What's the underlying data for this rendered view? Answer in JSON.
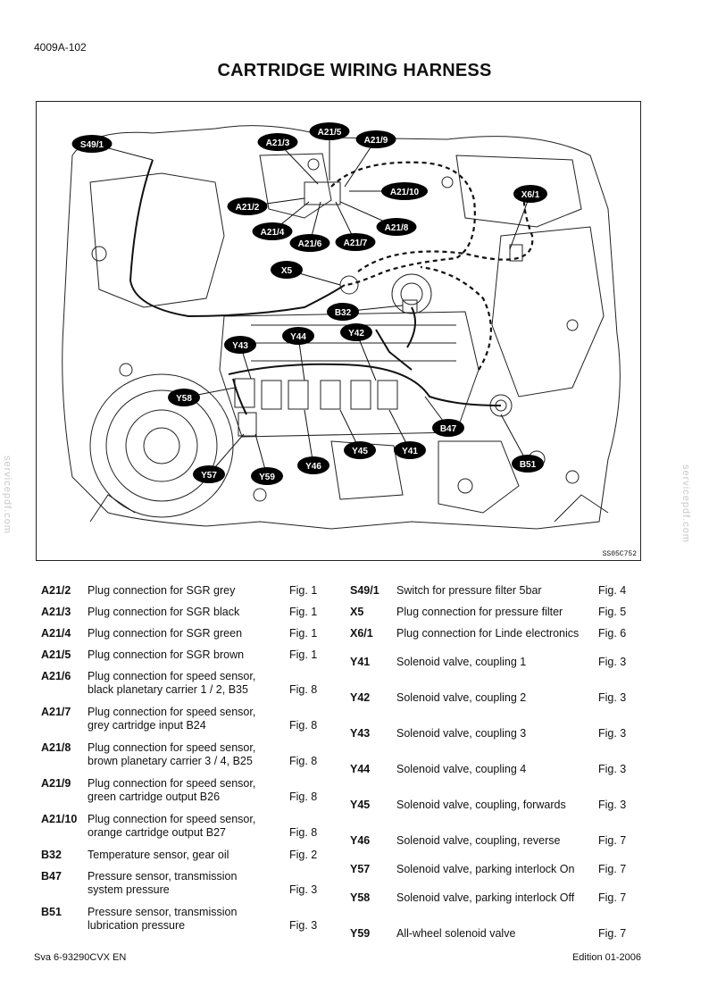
{
  "header": {
    "doc_number": "4009A-102",
    "title": "CARTRIDGE WIRING HARNESS"
  },
  "figure": {
    "code": "SS05C752",
    "callouts": [
      "S49/1",
      "A21/3",
      "A21/5",
      "A21/9",
      "A21/10",
      "A21/2",
      "A21/4",
      "A21/6",
      "A21/7",
      "A21/8",
      "X6/1",
      "X5",
      "B32",
      "Y43",
      "Y44",
      "Y42",
      "Y58",
      "B47",
      "Y57",
      "Y59",
      "Y46",
      "Y45",
      "Y41",
      "B51"
    ]
  },
  "watermark": "servicepdf.com",
  "legend_left": [
    {
      "code": "A21/2",
      "desc": "Plug connection for SGR grey",
      "fig": "Fig. 1"
    },
    {
      "code": "A21/3",
      "desc": "Plug connection for SGR black",
      "fig": "Fig. 1"
    },
    {
      "code": "A21/4",
      "desc": "Plug connection for SGR green",
      "fig": "Fig. 1"
    },
    {
      "code": "A21/5",
      "desc": "Plug connection for SGR brown",
      "fig": "Fig. 1"
    },
    {
      "code": "A21/6",
      "desc": "Plug connection for speed sensor,",
      "desc2": "black planetary carrier 1 / 2, B35",
      "fig": "Fig. 8"
    },
    {
      "code": "A21/7",
      "desc": "Plug connection for speed sensor,",
      "desc2": "grey cartridge input B24",
      "fig": "Fig. 8"
    },
    {
      "code": "A21/8",
      "desc": "Plug connection for speed sensor,",
      "desc2": "brown planetary carrier 3 / 4, B25",
      "fig": "Fig. 8"
    },
    {
      "code": "A21/9",
      "desc": "Plug connection for speed sensor,",
      "desc2": "green cartridge output B26",
      "fig": "Fig. 8"
    },
    {
      "code": "A21/10",
      "desc": "Plug connection for speed sensor,",
      "desc2": "orange cartridge output B27",
      "fig": "Fig. 8"
    },
    {
      "code": "B32",
      "desc": "Temperature sensor, gear oil",
      "fig": "Fig. 2"
    },
    {
      "code": "B47",
      "desc": "Pressure sensor, transmission",
      "desc2": "system pressure",
      "fig": "Fig. 3"
    },
    {
      "code": "B51",
      "desc": "Pressure sensor, transmission",
      "desc2": "lubrication pressure",
      "fig": "Fig. 3"
    }
  ],
  "legend_right": [
    {
      "code": "S49/1",
      "desc": "Switch for pressure filter 5bar",
      "fig": "Fig. 4"
    },
    {
      "code": "X5",
      "desc": "Plug connection for pressure filter",
      "fig": "Fig. 5"
    },
    {
      "code": "X6/1",
      "desc": "Plug connection for Linde electronics",
      "fig": "Fig. 6"
    },
    {
      "code": "Y41",
      "desc": "Solenoid valve, coupling 1",
      "fig": "Fig. 3"
    },
    {
      "code": "Y42",
      "desc": "Solenoid valve, coupling 2",
      "fig": "Fig. 3"
    },
    {
      "code": "Y43",
      "desc": "Solenoid valve, coupling 3",
      "fig": "Fig. 3"
    },
    {
      "code": "Y44",
      "desc": "Solenoid valve, coupling 4",
      "fig": "Fig. 3"
    },
    {
      "code": "Y45",
      "desc": "Solenoid valve, coupling, forwards",
      "fig": "Fig. 3"
    },
    {
      "code": "Y46",
      "desc": "Solenoid valve, coupling, reverse",
      "fig": "Fig. 7"
    },
    {
      "code": "Y57",
      "desc": "Solenoid valve, parking interlock On",
      "fig": "Fig. 7"
    },
    {
      "code": "Y58",
      "desc": "Solenoid valve, parking interlock Off",
      "fig": "Fig. 7"
    },
    {
      "code": "Y59",
      "desc": "All-wheel solenoid valve",
      "fig": "Fig. 7"
    }
  ],
  "footer": {
    "left": "Sva 6-93290CVX EN",
    "right": "Edition 01-2006"
  }
}
